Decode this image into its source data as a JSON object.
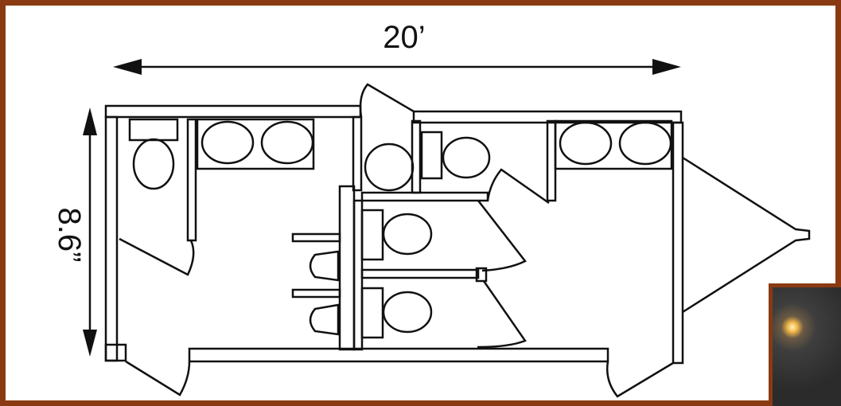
{
  "diagram": {
    "width_label": "20’",
    "height_label": "8.6”"
  },
  "colors": {
    "frame": "#8a3a12",
    "line": "#111111",
    "background": "#ffffff"
  },
  "inset_photo": {
    "icon": "recessed-light-photo"
  }
}
